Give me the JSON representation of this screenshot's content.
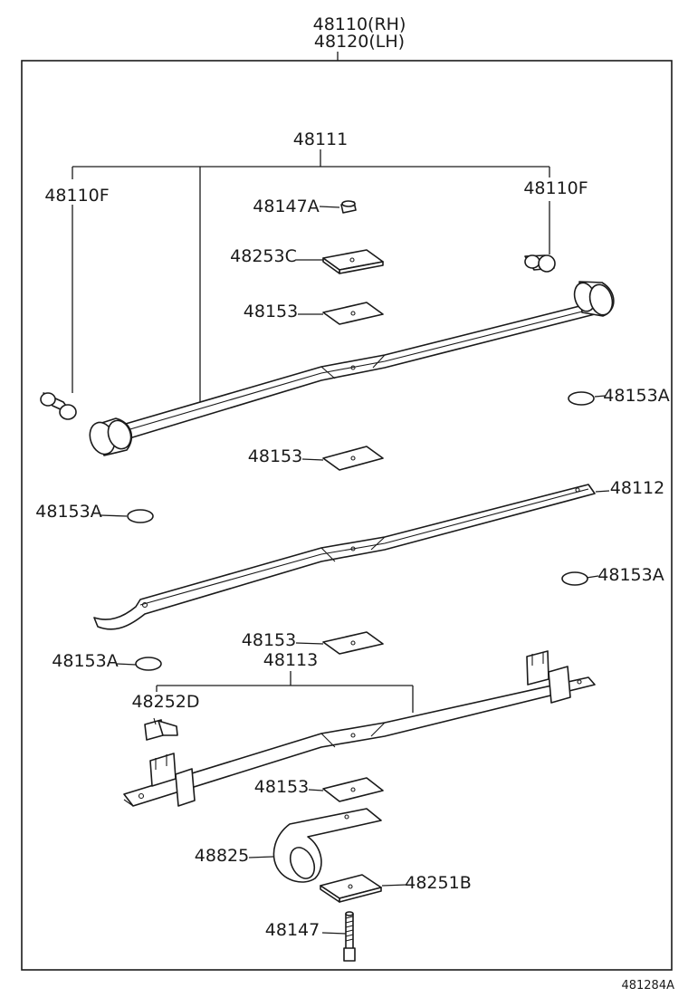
{
  "assembly": {
    "part_rh": "48110(RH)",
    "part_lh": "48120(LH)"
  },
  "labels": {
    "main_leaf": "48111",
    "bushing_left": "48110F",
    "bushing_right": "48110F",
    "nut_top": "48147A",
    "plate_top": "48253C",
    "silencer_1": "48153",
    "silencer_2": "48153",
    "silencer_3": "48153",
    "silencer_4": "48153",
    "pad_1": "48153A",
    "pad_2": "48153A",
    "pad_3": "48153A",
    "pad_4": "48153A",
    "second_leaf": "48112",
    "third_leaf": "48113",
    "clip": "48252D",
    "clamp": "48825",
    "plate_bottom": "48251B",
    "bolt": "48147"
  },
  "diagram_id": "481284A"
}
